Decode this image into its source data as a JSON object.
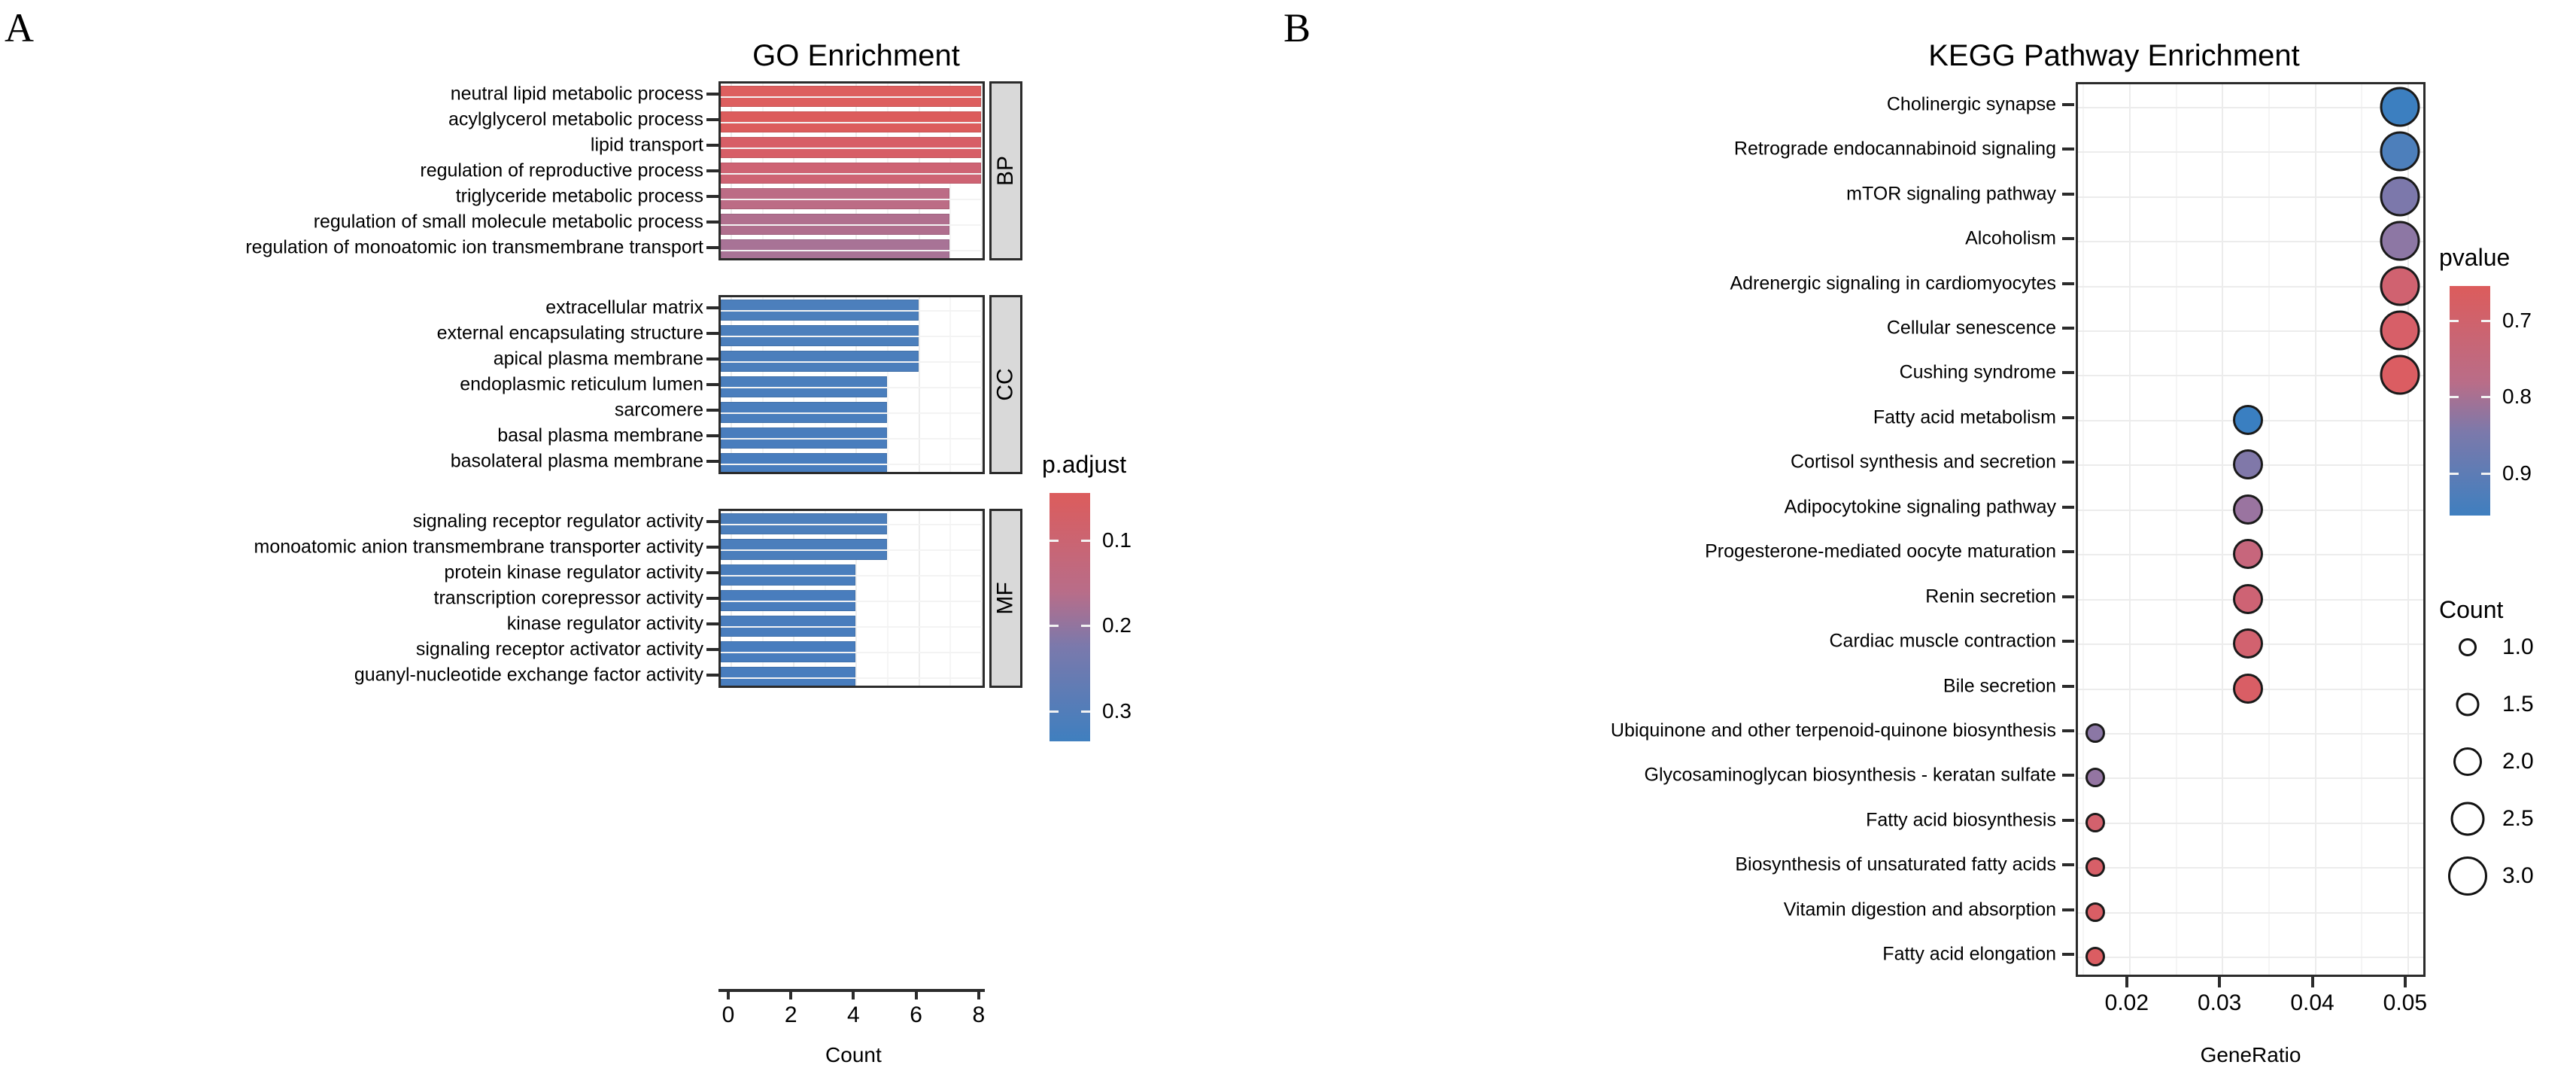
{
  "panels": {
    "a": {
      "letter": "A",
      "title": "GO Enrichment",
      "xlabel": "Count",
      "legend_title": "p.adjust"
    },
    "b": {
      "letter": "B",
      "title": "KEGG Pathway Enrichment",
      "xlabel": "GeneRatio",
      "color_legend_title": "pvalue",
      "size_legend_title": "Count"
    }
  },
  "colors": {
    "red": "#DC5C5C",
    "blue": "#3F7FBF",
    "mid_purple": "#9B7BA8",
    "strip_bg": "#D9D9D9",
    "axis": "#2B2B2B",
    "grid": "#ECECEC"
  },
  "chart_data": [
    {
      "type": "bar",
      "title": "GO Enrichment",
      "xlabel": "Count",
      "ylabel": "",
      "orientation": "horizontal",
      "xlim": [
        0,
        8.6
      ],
      "xticks": [
        0,
        2,
        4,
        6,
        8
      ],
      "xticklabels": [
        "0",
        "2",
        "4",
        "6",
        "8"
      ],
      "grid": true,
      "legend": {
        "title": "p.adjust",
        "position": "right",
        "ticks": [
          0.1,
          0.2,
          0.3
        ],
        "ticklabels": [
          "0.1",
          "0.2",
          "0.3"
        ],
        "vmin": 0.045,
        "vmax": 0.335,
        "low_color": "#DC5C5C",
        "high_color": "#3F7FBF"
      },
      "facets": [
        {
          "name": "BP",
          "categories": [
            "neutral lipid metabolic process",
            "acylglycerol metabolic process",
            "lipid transport",
            "regulation of reproductive process",
            "triglyceride metabolic process",
            "regulation of small molecule metabolic process",
            "regulation of monoatomic ion transmembrane transport"
          ],
          "values": [
            8,
            8,
            8,
            8,
            7,
            7,
            7
          ],
          "padjust": [
            0.075,
            0.078,
            0.085,
            0.095,
            0.13,
            0.155,
            0.175
          ],
          "colors": [
            "#DD5F5F",
            "#DC5C5C",
            "#D75E66",
            "#CE6373",
            "#BC6C85",
            "#B06F8E",
            "#A87396"
          ]
        },
        {
          "name": "CC",
          "categories": [
            "extracellular matrix",
            "external encapsulating structure",
            "apical plasma membrane",
            "endoplasmic reticulum lumen",
            "sarcomere",
            "basal plasma membrane",
            "basolateral plasma membrane"
          ],
          "values": [
            6,
            6,
            6,
            5,
            5,
            5,
            5
          ],
          "padjust": [
            0.29,
            0.29,
            0.295,
            0.3,
            0.305,
            0.31,
            0.315
          ],
          "colors": [
            "#4C7FBC",
            "#4C7FBC",
            "#4B7EBC",
            "#4A7EBD",
            "#4A7EBD",
            "#497DBD",
            "#487DBE"
          ]
        },
        {
          "name": "MF",
          "categories": [
            "signaling receptor regulator activity",
            "monoatomic anion transmembrane transporter activity",
            "protein kinase regulator activity",
            "transcription corepressor activity",
            "kinase regulator activity",
            "signaling receptor activator activity",
            "guanyl-nucleotide exchange factor activity"
          ],
          "values": [
            5,
            5,
            4,
            4,
            4,
            4,
            4
          ],
          "padjust": [
            0.29,
            0.295,
            0.3,
            0.305,
            0.308,
            0.312,
            0.315
          ],
          "colors": [
            "#4C7FBC",
            "#4B7EBC",
            "#4A7EBD",
            "#497DBD",
            "#497DBD",
            "#487DBE",
            "#487DBE"
          ]
        }
      ]
    },
    {
      "type": "scatter",
      "title": "KEGG Pathway Enrichment",
      "xlabel": "GeneRatio",
      "ylabel": "",
      "xlim": [
        0.0145,
        0.0522
      ],
      "xticks": [
        0.02,
        0.03,
        0.04,
        0.05
      ],
      "xticklabels": [
        "0.02",
        "0.03",
        "0.04",
        "0.05"
      ],
      "grid": true,
      "color_legend": {
        "title": "pvalue",
        "ticks": [
          0.7,
          0.8,
          0.9
        ],
        "ticklabels": [
          "0.7",
          "0.8",
          "0.9"
        ],
        "vmin": 0.655,
        "vmax": 0.955,
        "low_color": "#DC5C5C",
        "high_color": "#3F7FBF"
      },
      "size_legend": {
        "title": "Count",
        "ticks": [
          1.0,
          1.5,
          2.0,
          2.5,
          3.0
        ],
        "ticklabels": [
          "1.0",
          "1.5",
          "2.0",
          "2.5",
          "3.0"
        ]
      },
      "points": [
        {
          "label": "Cholinergic synapse",
          "x": 0.0492,
          "pvalue": 0.925,
          "count": 3,
          "color": "#3C7FC0"
        },
        {
          "label": "Retrograde endocannabinoid signaling",
          "x": 0.0492,
          "pvalue": 0.905,
          "count": 3,
          "color": "#4D7FBB"
        },
        {
          "label": "mTOR signaling pathway",
          "x": 0.0492,
          "pvalue": 0.862,
          "count": 3,
          "color": "#7C78AB"
        },
        {
          "label": "Alcoholism",
          "x": 0.0492,
          "pvalue": 0.845,
          "count": 3,
          "color": "#8D77A4"
        },
        {
          "label": "Adrenergic signaling in cardiomyocytes",
          "x": 0.0492,
          "pvalue": 0.742,
          "count": 3,
          "color": "#D06270"
        },
        {
          "label": "Cellular senescence",
          "x": 0.0492,
          "pvalue": 0.72,
          "count": 3,
          "color": "#D75F68"
        },
        {
          "label": "Cushing syndrome",
          "x": 0.0492,
          "pvalue": 0.7,
          "count": 3,
          "color": "#DB5D62"
        },
        {
          "label": "Fatty acid metabolism",
          "x": 0.0328,
          "pvalue": 0.945,
          "count": 2,
          "color": "#3A7FC1"
        },
        {
          "label": "Cortisol synthesis and secretion",
          "x": 0.0328,
          "pvalue": 0.858,
          "count": 2,
          "color": "#8078A9"
        },
        {
          "label": "Adipocytokine signaling pathway",
          "x": 0.0328,
          "pvalue": 0.832,
          "count": 2,
          "color": "#9A74A0"
        },
        {
          "label": "Progesterone-mediated oocyte maturation",
          "x": 0.0328,
          "pvalue": 0.768,
          "count": 2,
          "color": "#C7667C"
        },
        {
          "label": "Renin secretion",
          "x": 0.0328,
          "pvalue": 0.752,
          "count": 2,
          "color": "#CE6374"
        },
        {
          "label": "Cardiac muscle contraction",
          "x": 0.0328,
          "pvalue": 0.74,
          "count": 2,
          "color": "#D2626F"
        },
        {
          "label": "Bile secretion",
          "x": 0.0328,
          "pvalue": 0.712,
          "count": 2,
          "color": "#D95E65"
        },
        {
          "label": "Ubiquinone and other terpenoid-quinone biosynthesis",
          "x": 0.0164,
          "pvalue": 0.848,
          "count": 1,
          "color": "#8B77A5"
        },
        {
          "label": "Glycosaminoglycan biosynthesis - keratan sulfate",
          "x": 0.0164,
          "pvalue": 0.838,
          "count": 1,
          "color": "#9475A2"
        },
        {
          "label": "Fatty acid biosynthesis",
          "x": 0.0164,
          "pvalue": 0.735,
          "count": 1,
          "color": "#D3616D"
        },
        {
          "label": "Biosynthesis of unsaturated fatty acids",
          "x": 0.0164,
          "pvalue": 0.722,
          "count": 1,
          "color": "#D75F68"
        },
        {
          "label": "Vitamin digestion and absorption",
          "x": 0.0164,
          "pvalue": 0.712,
          "count": 1,
          "color": "#D95E65"
        },
        {
          "label": "Fatty acid elongation",
          "x": 0.0164,
          "pvalue": 0.702,
          "count": 1,
          "color": "#DB5D62"
        }
      ]
    }
  ]
}
